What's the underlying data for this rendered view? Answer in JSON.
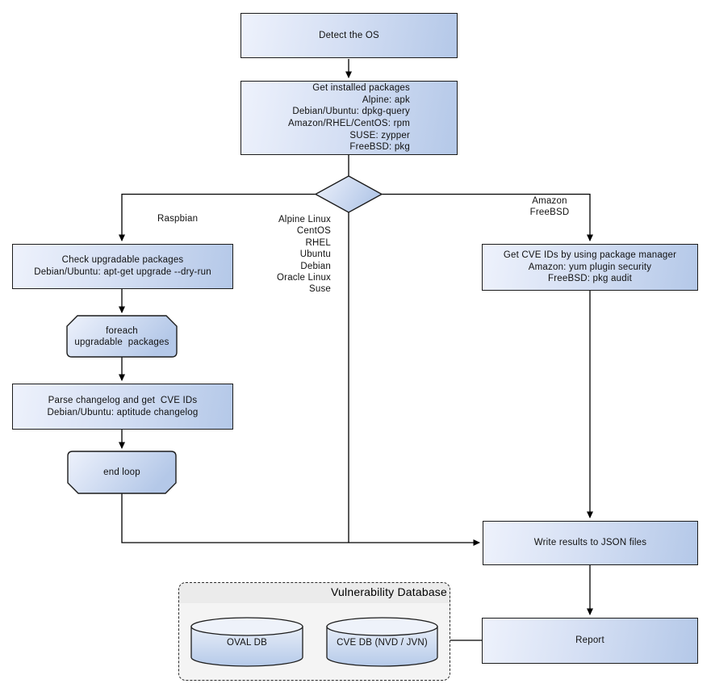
{
  "nodes": {
    "detect_os": {
      "text": "Detect the OS"
    },
    "get_installed_packages": {
      "text": "Get installed packages\nAlpine: apk\nDebian/Ubuntu: dpkg-query\nAmazon/RHEL/CentOS: rpm\nSUSE: zypper\nFreeBSD: pkg"
    },
    "check_upgradable": {
      "text": "Check upgradable packages\nDebian/Ubuntu: apt-get upgrade --dry-run"
    },
    "foreach_loop": {
      "text": "foreach\nupgradable  packages"
    },
    "parse_changelog": {
      "text": "Parse changelog and get  CVE IDs\nDebian/Ubuntu: aptitude changelog"
    },
    "end_loop": {
      "text": "end loop"
    },
    "get_cve_ids": {
      "text": "Get CVE IDs by using package manager\nAmazon: yum plugin security\nFreeBSD: pkg audit"
    },
    "write_json": {
      "text": "Write results to JSON files"
    },
    "report": {
      "text": "Report"
    }
  },
  "edge_labels": {
    "raspbian": "Raspbian",
    "os_list": "Alpine Linux\nCentOS\nRHEL\nUbuntu\nDebian\nOracle Linux\nSuse",
    "amazon_freebsd": "Amazon\nFreeBSD"
  },
  "database": {
    "title": "Vulnerability Database",
    "oval_db": "OVAL DB",
    "cve_db": "CVE DB (NVD / JVN)"
  },
  "colors": {
    "node_fill_start": "#eef2fc",
    "node_fill_end": "#b4c8e8",
    "node_border": "#1c1c1c",
    "connector": "#000000",
    "db_container_fill": "#f4f4f4",
    "db_header_fill": "#ebebeb",
    "text": "#111111"
  }
}
